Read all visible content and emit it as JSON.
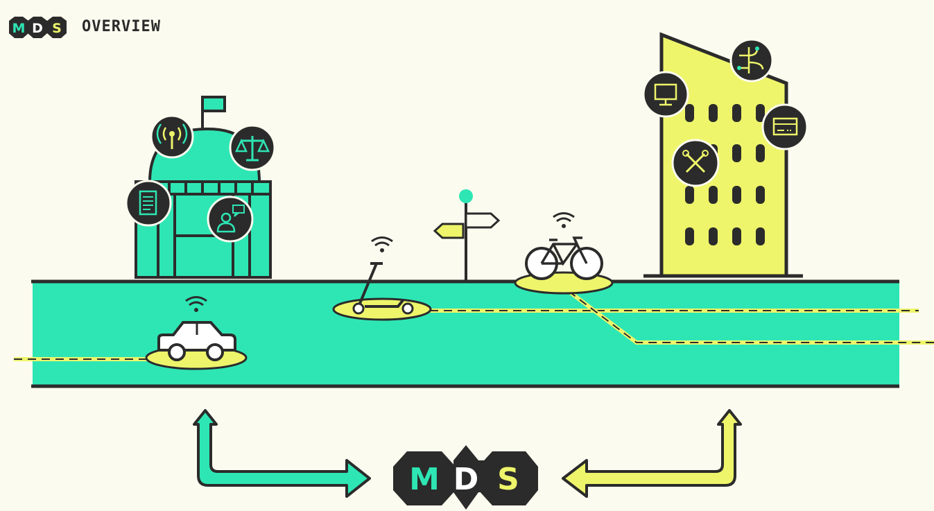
{
  "header": {
    "logo_letters": [
      "M",
      "D",
      "S"
    ],
    "title": "OVERVIEW"
  },
  "center_logo": {
    "letters": [
      "M",
      "D",
      "S"
    ]
  },
  "colors": {
    "background": "#fbfbef",
    "mint": "#2ee6b4",
    "yellow": "#eef56a",
    "dark": "#2b2b2b",
    "white": "#ffffff"
  },
  "icons": {
    "city_hall": [
      "antenna-icon",
      "scales-icon",
      "document-icon",
      "citizen-feedback-icon"
    ],
    "provider_building": [
      "monitor-icon",
      "routing-icon",
      "payment-card-icon",
      "tools-icon"
    ],
    "vehicles": [
      "car-icon",
      "scooter-icon",
      "bicycle-icon",
      "signpost-icon",
      "wifi-icon"
    ]
  }
}
